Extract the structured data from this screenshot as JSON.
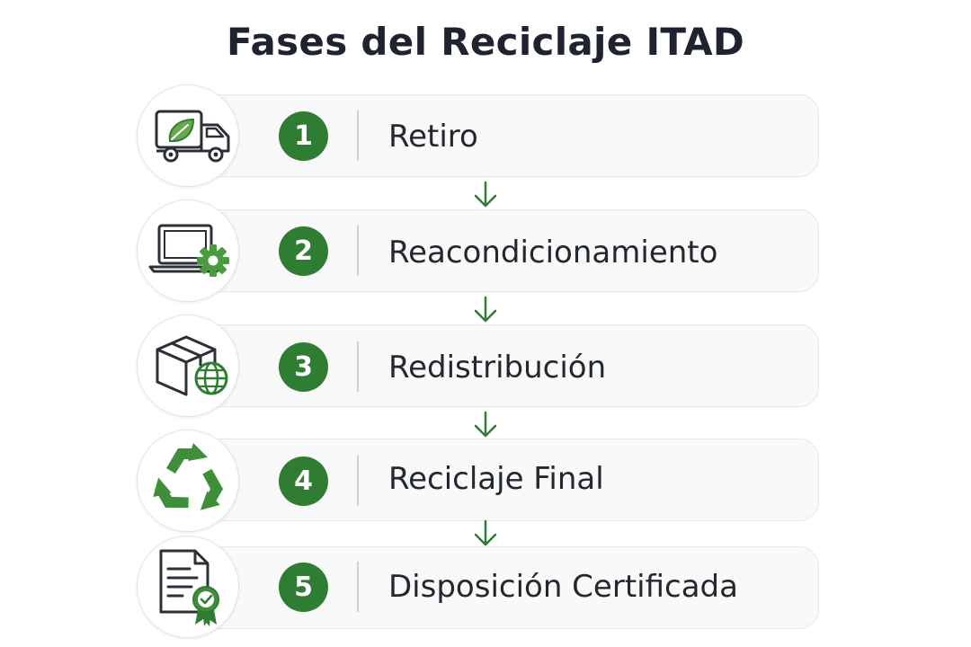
{
  "title": "Fases del Reciclaje ITAD",
  "colors": {
    "accent": "#2f7d32",
    "accent_light": "#6aa84f",
    "icon_stroke": "#2b2f36",
    "card_bg": "#f8f9f8"
  },
  "steps": [
    {
      "number": "1",
      "label": "Retiro",
      "icon": "truck-leaf-icon"
    },
    {
      "number": "2",
      "label": "Reacondicionamiento",
      "icon": "laptop-gear-icon"
    },
    {
      "number": "3",
      "label": "Redistribución",
      "icon": "box-globe-icon"
    },
    {
      "number": "4",
      "label": "Reciclaje Final",
      "icon": "recycle-icon"
    },
    {
      "number": "5",
      "label": "Disposición Certificada",
      "icon": "certificate-document-icon"
    }
  ]
}
